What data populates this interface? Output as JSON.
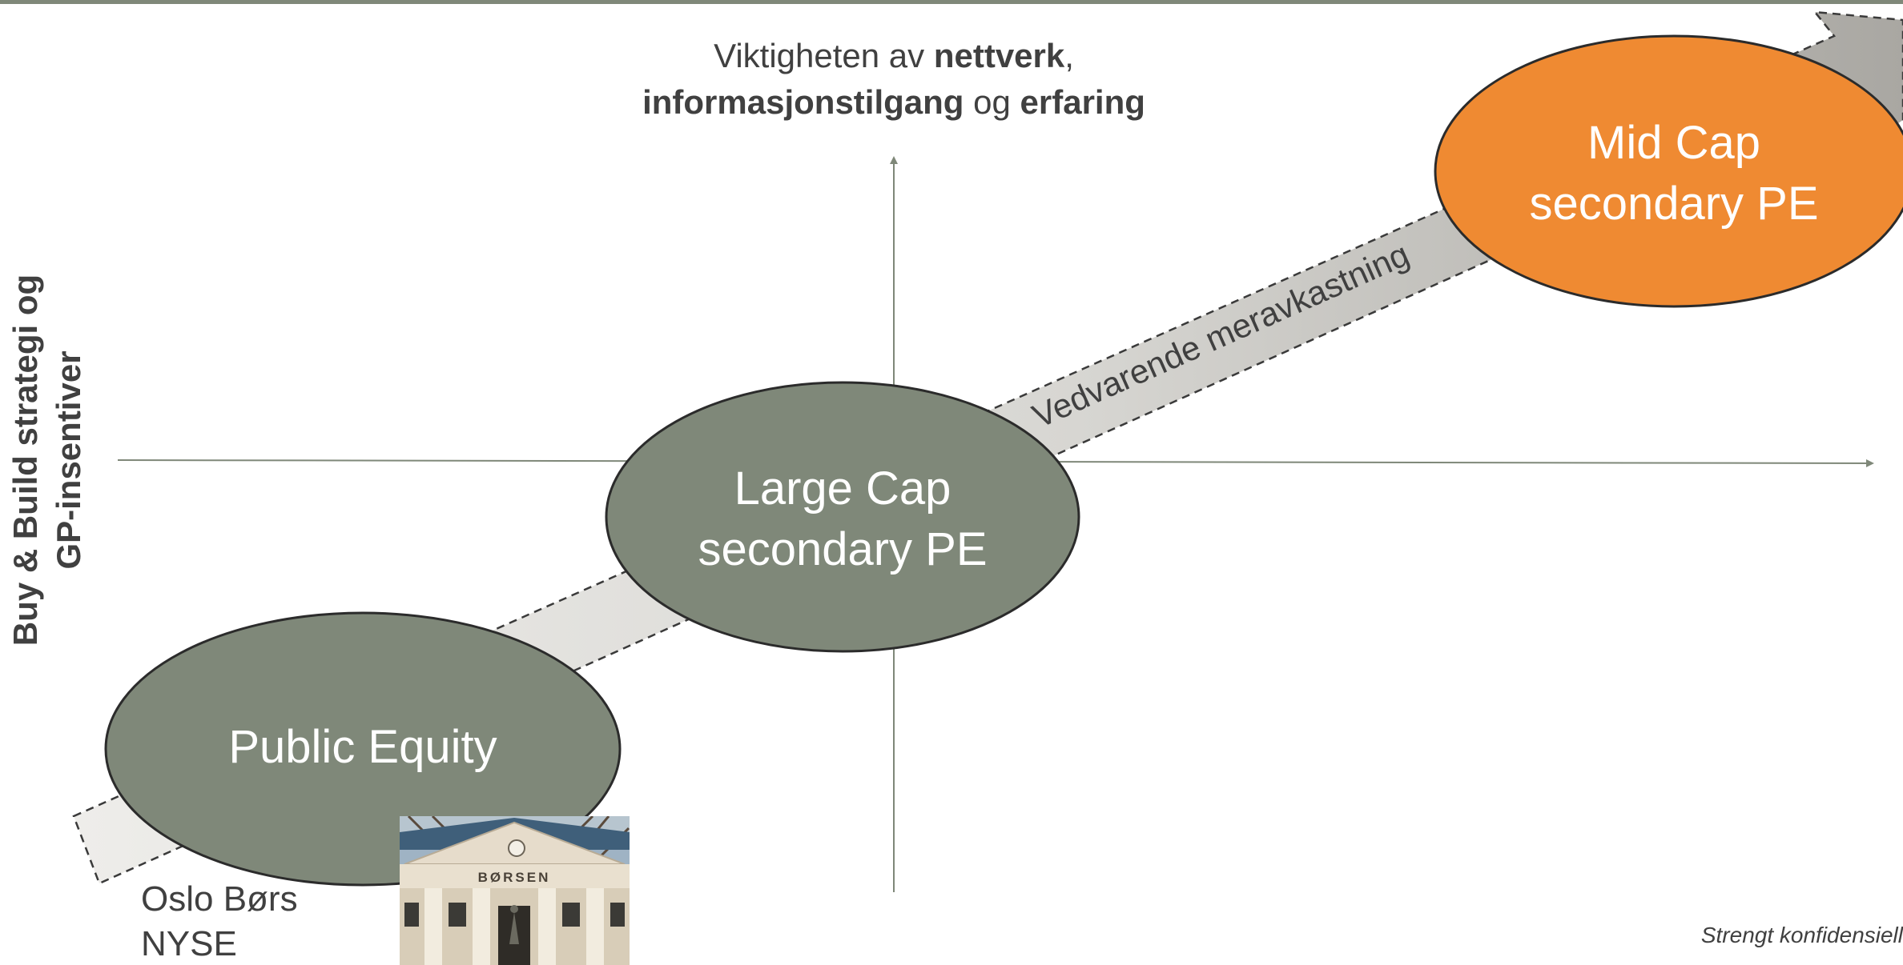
{
  "colors": {
    "top_bar": "#7f8879",
    "axis": "#7f8879",
    "ellipse_grey": "#7f8879",
    "ellipse_orange": "#ef8a32",
    "arrow_fill_light": "#eeedea",
    "arrow_fill_dark": "#a9a7a2",
    "text_dark": "#404040",
    "text_white": "#ffffff"
  },
  "top_label": {
    "line1_regular": "Viktigheten av ",
    "line1_bold": "nettverk",
    "line1_tail": ",",
    "line2_bold_a": "informasjonstilgang",
    "line2_regular": " og ",
    "line2_bold_b": "erfaring"
  },
  "left_label": {
    "line1": "Buy & Build strategi og",
    "line2": "GP-insentiver"
  },
  "arrow_label": "Vedvarende meravkastning",
  "nodes": {
    "public_equity": {
      "line1": "Public Equity"
    },
    "large_cap": {
      "line1": "Large Cap",
      "line2": "secondary PE"
    },
    "mid_cap": {
      "line1": "Mid Cap",
      "line2": "secondary PE"
    }
  },
  "exchanges": {
    "line1": "Oslo Børs",
    "line2": "NYSE"
  },
  "photo": {
    "sign": "BØRSEN"
  },
  "footer": "Strengt konfidensiell"
}
